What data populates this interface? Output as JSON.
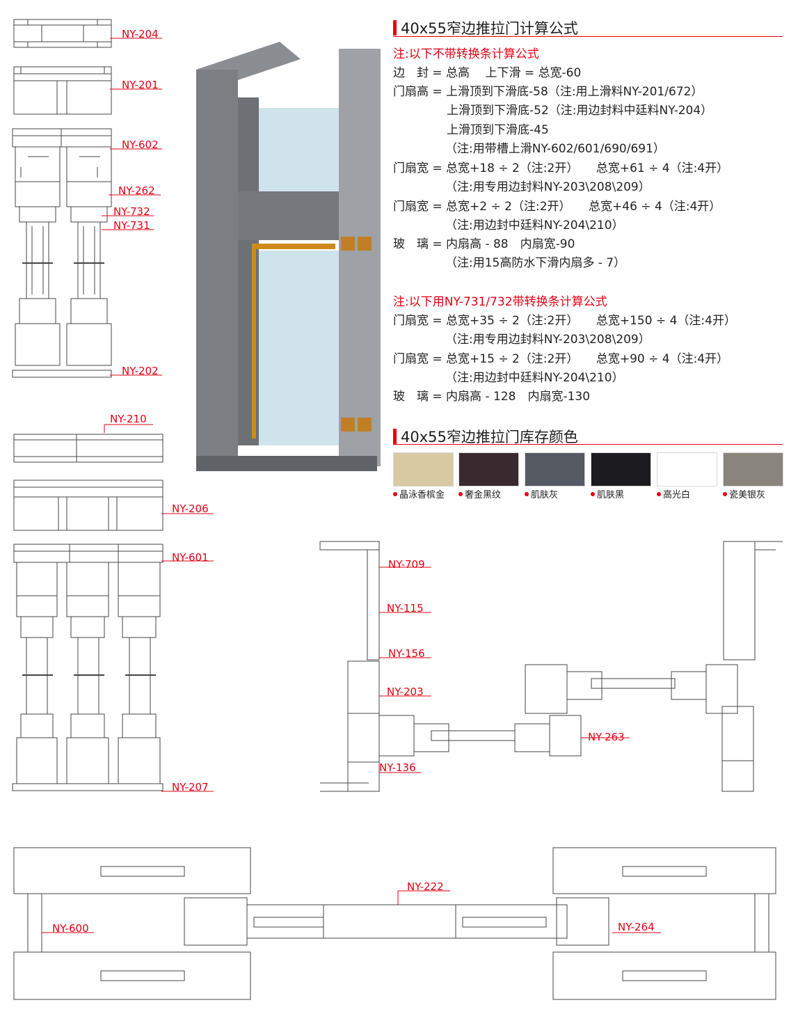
{
  "formula_section": {
    "title": "40x55窄边推拉门计算公式",
    "note1": "注:以下不带转换条计算公式",
    "lines1": [
      "边　封 = 总高　 上下滑 = 总宽-60",
      "门扇高 = 上滑顶到下滑底-58（注:用上滑料NY-201/672）",
      "上滑顶到下滑底-52（注:用边封料中廷料NY-204）",
      "上滑顶到下滑底-45",
      "（注:用带槽上滑NY-602/601/690/691）",
      "门扇宽 = 总宽+18 ÷ 2（注:2开）　　总宽+61 ÷ 4（注:4开）",
      "（注:用专用边封料NY-203\\208\\209）",
      "门扇宽 = 总宽+2 ÷ 2（注:2开）　　总宽+46 ÷ 4（注:4开）",
      "（注:用边封中廷料NY-204\\210）",
      "玻　璃 = 内扇高 - 88　内扇宽-90",
      "（注:用15高防水下滑内扇多 - 7）"
    ],
    "note2": "注:以下用NY-731/732带转换条计算公式",
    "lines2": [
      "门扇宽 = 总宽+35 ÷ 2（注:2开）　　总宽+150 ÷ 4（注:4开）",
      "（注:用专用边封料NY-203\\208\\209）",
      "门扇宽 = 总宽+15 ÷ 2（注:2开）　　总宽+90 ÷ 4（注:4开）",
      "（注:用边封中廷料NY-204\\210）",
      "玻　璃 = 内扇高 - 128　内扇宽-130"
    ]
  },
  "color_section": {
    "title": "40x55窄边推拉门库存颜色",
    "swatches": [
      {
        "label": "晶泳香槟金",
        "color": "#d9c9a3"
      },
      {
        "label": "奢金黑纹",
        "color": "#3a2a2f"
      },
      {
        "label": "肌肤灰",
        "color": "#555a62"
      },
      {
        "label": "肌肤黑",
        "color": "#1c1c20"
      },
      {
        "label": "高光白",
        "color": "#ffffff"
      },
      {
        "label": "瓷美银灰",
        "color": "#8a857c"
      }
    ]
  },
  "part_labels": {
    "ny204": "NY-204",
    "ny201": "NY-201",
    "ny602": "NY-602",
    "ny262": "NY-262",
    "ny732": "NY-732",
    "ny731": "NY-731",
    "ny202": "NY-202",
    "ny210": "NY-210",
    "ny206": "NY-206",
    "ny601": "NY-601",
    "ny207": "NY-207",
    "ny709": "NY-709",
    "ny115": "NY-115",
    "ny156": "NY-156",
    "ny203": "NY-203",
    "ny263": "NY-263",
    "ny136": "NY-136",
    "ny222": "NY-222",
    "ny600": "NY-600",
    "ny264": "NY-264"
  },
  "colors": {
    "accent": "#e60012",
    "line": "#444444",
    "render_frame": "#7b7e82"
  }
}
